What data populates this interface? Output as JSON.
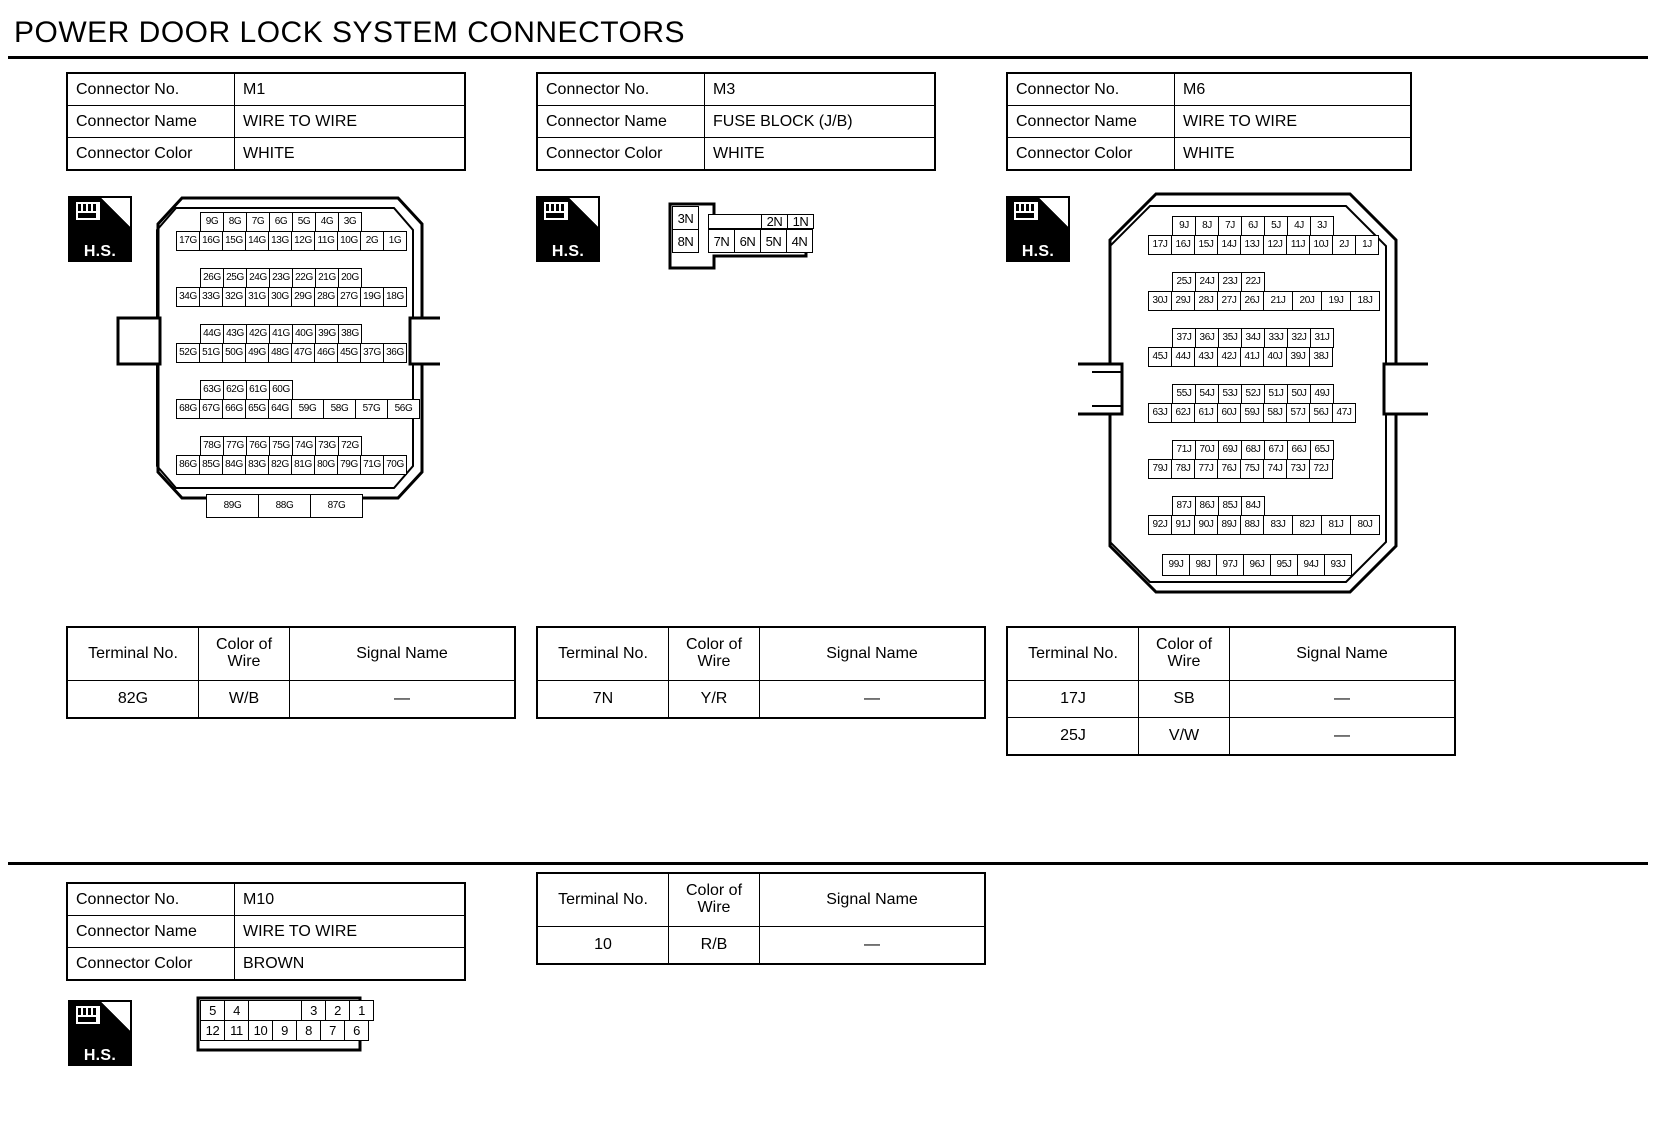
{
  "page": {
    "title": "POWER DOOR LOCK SYSTEM CONNECTORS",
    "hs_label": "H.S."
  },
  "labels": {
    "connector_no": "Connector No.",
    "connector_name": "Connector Name",
    "connector_color": "Connector Color",
    "terminal_no": "Terminal No.",
    "color_of_wire": "Color of\nWire",
    "color_of_wire_l1": "Color of",
    "color_of_wire_l2": "Wire",
    "signal_name": "Signal Name",
    "dash": "—"
  },
  "connectors": [
    {
      "id": "M1",
      "no": "M1",
      "name": "WIRE TO WIRE",
      "color": "WHITE",
      "terminals": [
        {
          "terminal": "82G",
          "wire": "W/B",
          "signal": "—"
        }
      ],
      "pin_rows": [
        {
          "top": [
            "9G",
            "8G",
            "7G",
            "6G",
            "5G",
            "4G",
            "3G"
          ],
          "bottom": [
            "17G",
            "16G",
            "15G",
            "14G",
            "13G",
            "12G",
            "11G",
            "10G"
          ],
          "tail": [
            "2G",
            "1G"
          ]
        },
        {
          "top": [
            "26G",
            "25G",
            "24G",
            "23G",
            "22G",
            "21G",
            "20G"
          ],
          "bottom": [
            "34G",
            "33G",
            "32G",
            "31G",
            "30G",
            "29G",
            "28G",
            "27G"
          ],
          "tail": [
            "19G",
            "18G"
          ]
        },
        {
          "top": [
            "44G",
            "43G",
            "42G",
            "41G",
            "40G",
            "39G",
            "38G"
          ],
          "bottom": [
            "52G",
            "51G",
            "50G",
            "49G",
            "48G",
            "47G",
            "46G",
            "45G"
          ],
          "tail": [
            "37G",
            "36G"
          ]
        },
        {
          "top": [
            "63G",
            "62G",
            "61G",
            "60G"
          ],
          "bottom": [
            "68G",
            "67G",
            "66G",
            "65G",
            "64G"
          ],
          "tail": [
            "59G",
            "58G",
            "57G",
            "56G"
          ]
        },
        {
          "top": [
            "78G",
            "77G",
            "76G",
            "75G",
            "74G",
            "73G",
            "72G"
          ],
          "bottom": [
            "86G",
            "85G",
            "84G",
            "83G",
            "82G",
            "81G",
            "80G",
            "79G"
          ],
          "tail": [
            "71G",
            "70G"
          ]
        },
        {
          "single": [
            "89G",
            "88G",
            "87G"
          ]
        }
      ]
    },
    {
      "id": "M3",
      "no": "M3",
      "name": "FUSE BLOCK (J/B)",
      "color": "WHITE",
      "terminals": [
        {
          "terminal": "7N",
          "wire": "Y/R",
          "signal": "—"
        }
      ],
      "pin_rows": [
        {
          "left": [
            "3N"
          ],
          "top": [
            "",
            "2N",
            "1N"
          ]
        },
        {
          "left": [
            "8N"
          ],
          "bottom": [
            "7N",
            "6N",
            "5N",
            "4N"
          ]
        }
      ]
    },
    {
      "id": "M6",
      "no": "M6",
      "name": "WIRE TO WIRE",
      "color": "WHITE",
      "terminals": [
        {
          "terminal": "17J",
          "wire": "SB",
          "signal": "—"
        },
        {
          "terminal": "25J",
          "wire": "V/W",
          "signal": "—"
        }
      ],
      "pin_rows": [
        {
          "top": [
            "9J",
            "8J",
            "7J",
            "6J",
            "5J",
            "4J",
            "3J"
          ],
          "bottom": [
            "17J",
            "16J",
            "15J",
            "14J",
            "13J",
            "12J",
            "11J",
            "10J"
          ],
          "tail": [
            "2J",
            "1J"
          ]
        },
        {
          "top": [
            "25J",
            "24J",
            "23J",
            "22J"
          ],
          "bottom": [
            "30J",
            "29J",
            "28J",
            "27J",
            "26J"
          ],
          "tail": [
            "21J",
            "20J",
            "19J",
            "18J"
          ]
        },
        {
          "top": [
            "37J",
            "36J",
            "35J",
            "34J",
            "33J",
            "32J",
            "31J"
          ],
          "bottom": [
            "45J",
            "44J",
            "43J",
            "42J",
            "41J",
            "40J",
            "39J",
            "38J"
          ]
        },
        {
          "top": [
            "55J",
            "54J",
            "53J",
            "52J",
            "51J",
            "50J",
            "49J"
          ],
          "bottom": [
            "63J",
            "62J",
            "61J",
            "60J",
            "59J",
            "58J",
            "57J",
            "56J"
          ],
          "tail": [
            "47J"
          ]
        },
        {
          "top": [
            "71J",
            "70J",
            "69J",
            "68J",
            "67J",
            "66J",
            "65J"
          ],
          "bottom": [
            "79J",
            "78J",
            "77J",
            "76J",
            "75J",
            "74J",
            "73J",
            "72J"
          ]
        },
        {
          "top": [
            "87J",
            "86J",
            "85J",
            "84J"
          ],
          "bottom": [
            "92J",
            "91J",
            "90J",
            "89J",
            "88J"
          ],
          "tail": [
            "83J",
            "82J",
            "81J",
            "80J"
          ]
        },
        {
          "single": [
            "99J",
            "98J",
            "97J",
            "96J",
            "95J",
            "94J",
            "93J"
          ]
        }
      ]
    },
    {
      "id": "M10",
      "no": "M10",
      "name": "WIRE TO WIRE",
      "color": "BROWN",
      "terminals": [
        {
          "terminal": "10",
          "wire": "R/B",
          "signal": "—"
        }
      ],
      "pin_rows": [
        {
          "top": [
            "5",
            "4",
            "",
            "3",
            "2",
            "1"
          ]
        },
        {
          "bottom": [
            "12",
            "11",
            "10",
            "9",
            "8",
            "7",
            "6"
          ]
        }
      ]
    }
  ]
}
